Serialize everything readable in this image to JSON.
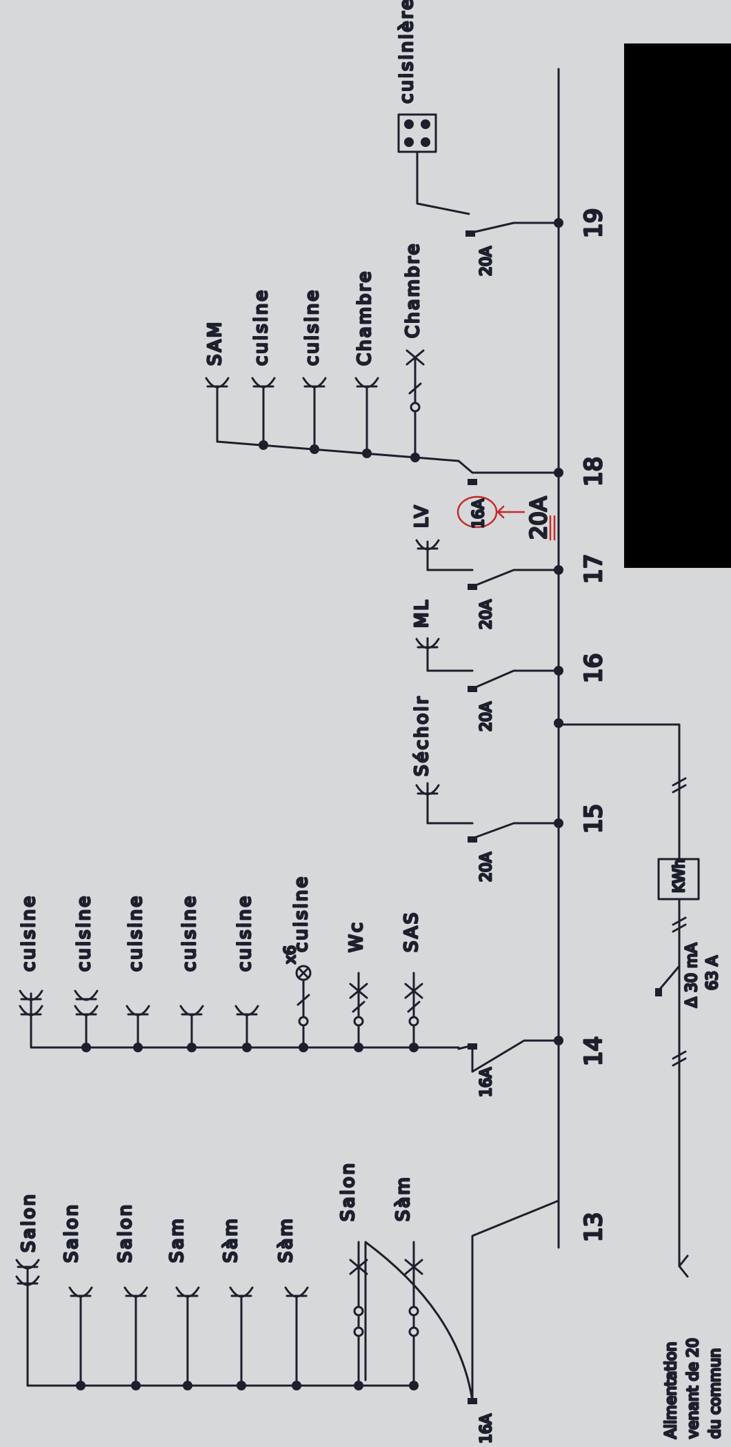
{
  "colors": {
    "paper": "#d7d8d9",
    "ink": "#1c1f2c",
    "correction": "#c8282a",
    "redaction": "#000000"
  },
  "circuits": [
    {
      "number": "13",
      "breaker": "16A",
      "items": [
        {
          "symbol": "socket-double-icon",
          "label": "Salon"
        },
        {
          "symbol": "socket-icon",
          "label": "Salon"
        },
        {
          "symbol": "socket-icon",
          "label": "Salon"
        },
        {
          "symbol": "socket-icon",
          "label": "Sam"
        },
        {
          "symbol": "socket-icon",
          "label": "Sàm"
        },
        {
          "symbol": "socket-icon",
          "label": "Sàm"
        },
        {
          "symbol": "switch-light-icon",
          "label": "Salon"
        },
        {
          "symbol": "switch-light-icon",
          "label": "Sàm"
        }
      ]
    },
    {
      "number": "14",
      "breaker": "16A",
      "items": [
        {
          "symbol": "socket-double-icon",
          "label": "cuisine"
        },
        {
          "symbol": "socket-double-icon",
          "label": "cuisine"
        },
        {
          "symbol": "socket-icon",
          "label": "cuisine"
        },
        {
          "symbol": "socket-icon",
          "label": "cuisine"
        },
        {
          "symbol": "socket-icon",
          "label": "cuisine"
        },
        {
          "symbol": "spot-light-icon",
          "label": "cuisine",
          "count": "x6"
        },
        {
          "symbol": "switch-light-icon",
          "label": "Wc"
        },
        {
          "symbol": "switch-light-icon",
          "label": "SAS"
        }
      ]
    },
    {
      "number": "15",
      "breaker": "20A",
      "items": [
        {
          "symbol": "socket-icon",
          "label": "Séchoir"
        }
      ]
    },
    {
      "number": "16",
      "breaker": "20A",
      "items": [
        {
          "symbol": "socket-icon",
          "label": "ML"
        }
      ]
    },
    {
      "number": "17",
      "breaker": "20A",
      "items": [
        {
          "symbol": "socket-icon",
          "label": "LV"
        }
      ],
      "correction": {
        "old": "16A",
        "new": "20A"
      }
    },
    {
      "number": "18",
      "breaker": "",
      "items": [
        {
          "symbol": "socket-icon",
          "label": "SAM"
        },
        {
          "symbol": "socket-icon",
          "label": "cuisine"
        },
        {
          "symbol": "socket-icon",
          "label": "cuisine"
        },
        {
          "symbol": "socket-icon",
          "label": "Chambre"
        },
        {
          "symbol": "switch-light-icon",
          "label": "Chambre"
        }
      ]
    },
    {
      "number": "19",
      "breaker": "20A",
      "items": [
        {
          "symbol": "cooker-icon",
          "label": "cuisinière"
        }
      ]
    }
  ],
  "supply": {
    "text": [
      "Alimentation",
      "venant de 20",
      "du commun"
    ],
    "main_breaker": [
      "Δ 30 mA",
      "63 A"
    ],
    "meter": "KWh"
  }
}
